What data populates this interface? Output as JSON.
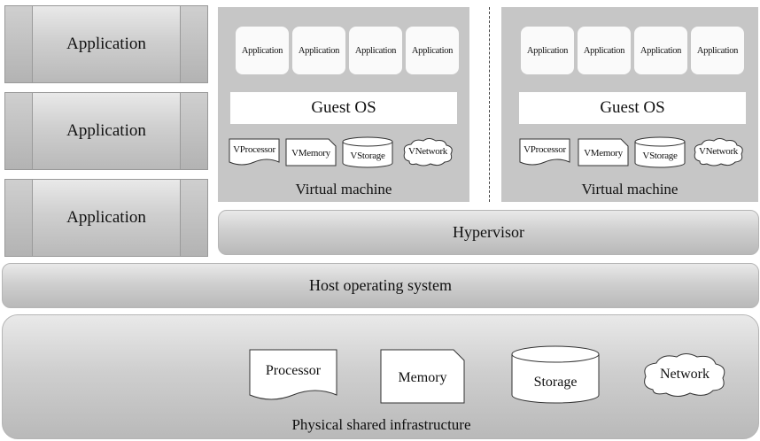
{
  "host_applications": [
    "Application",
    "Application",
    "Application"
  ],
  "virtual_machines": [
    {
      "applications": [
        "Application",
        "Application",
        "Application",
        "Application"
      ],
      "guest_os": "Guest OS",
      "virtual_devices": [
        "VProcessor",
        "VMemory",
        "VStorage",
        "VNetwork"
      ],
      "label": "Virtual machine"
    },
    {
      "applications": [
        "Application",
        "Application",
        "Application",
        "Application"
      ],
      "guest_os": "Guest OS",
      "virtual_devices": [
        "VProcessor",
        "VMemory",
        "VStorage",
        "VNetwork"
      ],
      "label": "Virtual machine"
    }
  ],
  "hypervisor": "Hypervisor",
  "host_os": "Host operating system",
  "physical": {
    "label": "Physical shared infrastructure",
    "devices": [
      "Processor",
      "Memory",
      "Storage",
      "Network"
    ]
  }
}
